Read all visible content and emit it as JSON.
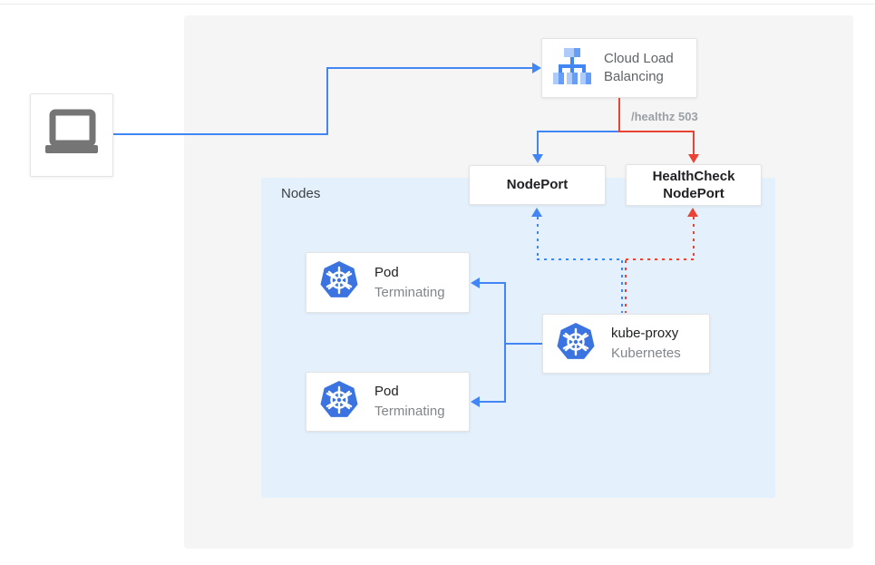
{
  "diagram": {
    "title_hint": "Kubernetes external load balancing health-check diagram",
    "client": {
      "icon": "laptop-icon"
    },
    "cloud_load_balancing": {
      "label": "Cloud Load Balancing",
      "icon": "load-balancer-icon"
    },
    "healthz_label": "/healthz 503",
    "nodes_panel": {
      "label": "Nodes"
    },
    "nodeport": {
      "label": "NodePort"
    },
    "healthcheck_nodeport": {
      "label": "HealthCheck NodePort"
    },
    "pods": [
      {
        "title": "Pod",
        "subtitle": "Terminating",
        "icon": "kubernetes-icon"
      },
      {
        "title": "Pod",
        "subtitle": "Terminating",
        "icon": "kubernetes-icon"
      }
    ],
    "kube_proxy": {
      "title": "kube-proxy",
      "subtitle": "Kubernetes",
      "icon": "kubernetes-icon"
    },
    "colors": {
      "blue_line": "#4285f4",
      "red_line": "#ea4335",
      "outer_panel": "#f5f5f5",
      "nodes_panel": "#e4f1fc",
      "k8s_logo_blue": "#3b74e0",
      "lb_icon_light": "#aecbfa",
      "lb_icon_mid": "#669df6",
      "text_dark": "#202124",
      "text_gray": "#80868b",
      "healthz_gray": "#9aa0a6"
    }
  }
}
